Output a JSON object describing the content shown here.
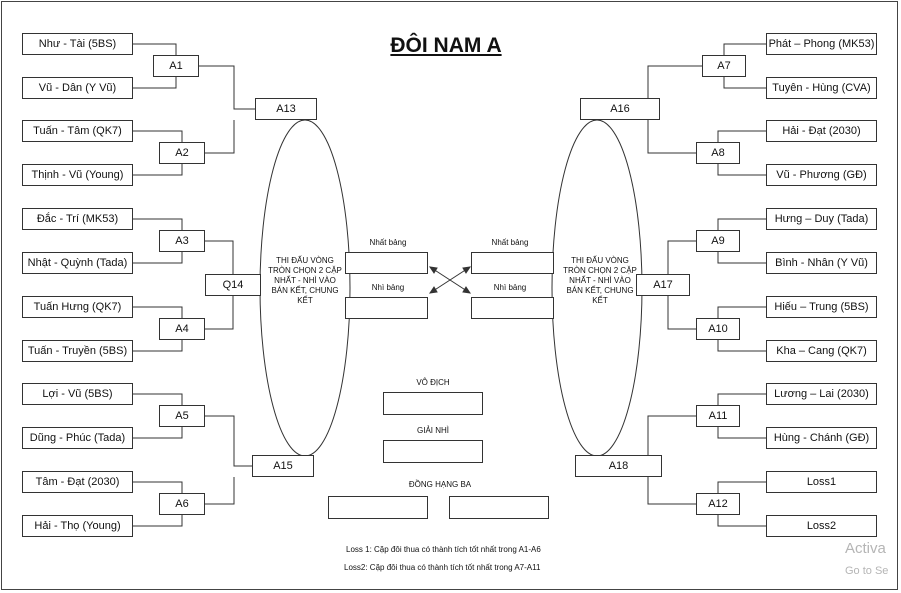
{
  "title": "ĐÔI NAM A",
  "left_teams": [
    "Như - Tài (5BS)",
    "Vũ - Dân (Y Vũ)",
    "Tuấn - Tâm (QK7)",
    "Thịnh - Vũ (Young)",
    "Đắc - Trí (MK53)",
    "Nhật - Quỳnh (Tada)",
    "Tuấn Hưng (QK7)",
    "Tuấn - Truyền (5BS)",
    "Lợi - Vũ (5BS)",
    "Dũng - Phúc (Tada)",
    "Tâm - Đạt (2030)",
    "Hải - Thọ (Young)"
  ],
  "right_teams": [
    "Phát – Phong (MK53)",
    "Tuyên - Hùng (CVA)",
    "Hải - Đạt (2030)",
    "Vũ - Phương (GĐ)",
    "Hưng – Duy (Tada)",
    "Bình - Nhân (Y Vũ)",
    "Hiếu – Trung (5BS)",
    "Kha – Cang (QK7)",
    "Lương – Lai (2030)",
    "Hùng - Chánh (GĐ)",
    "Loss1",
    "Loss2"
  ],
  "left_matches": [
    "A1",
    "A2",
    "A3",
    "A4",
    "A5",
    "A6"
  ],
  "right_matches": [
    "A7",
    "A8",
    "A9",
    "A10",
    "A11",
    "A12"
  ],
  "left_semis": [
    "A13",
    "Q14",
    "A15"
  ],
  "right_semis": [
    "A16",
    "A17",
    "A18"
  ],
  "group_text": "THI ĐẤU VÒNG TRÒN CHỌN 2 CẶP NHẤT - NHÌ VÀO BÁN KẾT, CHUNG KẾT",
  "left_labels": [
    "Nhất bảng",
    "Nhì bảng"
  ],
  "right_labels": [
    "Nhất bảng",
    "Nhì bảng"
  ],
  "champion_label": "VÔ ĐỊCH",
  "runnerup_label": "GIẢI NHÌ",
  "third_label": "ĐỒNG HẠNG BA",
  "notes": [
    "Loss 1: Cặp đôi thua có thành tích tốt nhất trong A1-A6",
    "Loss2: Cặp đôi thua có thành tích tốt nhất trong A7-A11"
  ],
  "watermark": [
    "Activa",
    "Go to Se"
  ]
}
